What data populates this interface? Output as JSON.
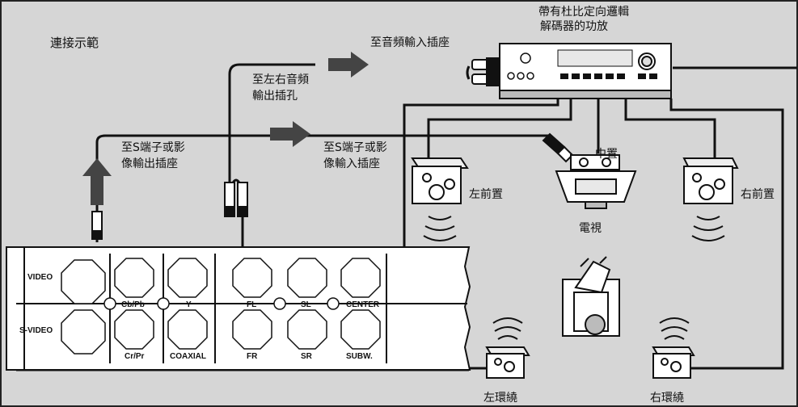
{
  "title": "連接示範",
  "amplifier": {
    "label_line1": "帶有杜比定向邏輯",
    "label_line2": "解碼器的功放"
  },
  "labels": {
    "to_audio_in": "至音頻輸入插座",
    "to_lr_out_line1": "至左右音頻",
    "to_lr_out_line2": "輸出插孔",
    "to_svideo_out_line1": "至S端子或影",
    "to_svideo_out_line2": "像輸出插座",
    "to_svideo_in_line1": "至S端子或影",
    "to_svideo_in_line2": "像輸入插座",
    "center": "中置",
    "tv": "電視",
    "front_left": "左前置",
    "front_right": "右前置",
    "surround_left": "左環繞",
    "surround_right": "右環繞"
  },
  "panel": {
    "video": "VIDEO",
    "svideo": "S-VIDEO",
    "cbpb": "Cb/Pb",
    "y": "Y",
    "fl": "FL",
    "sl": "SL",
    "center": "CENTER",
    "crpr": "Cr/Pr",
    "coaxial": "COAXIAL",
    "fr": "FR",
    "sr": "SR",
    "subw": "SUBW."
  }
}
